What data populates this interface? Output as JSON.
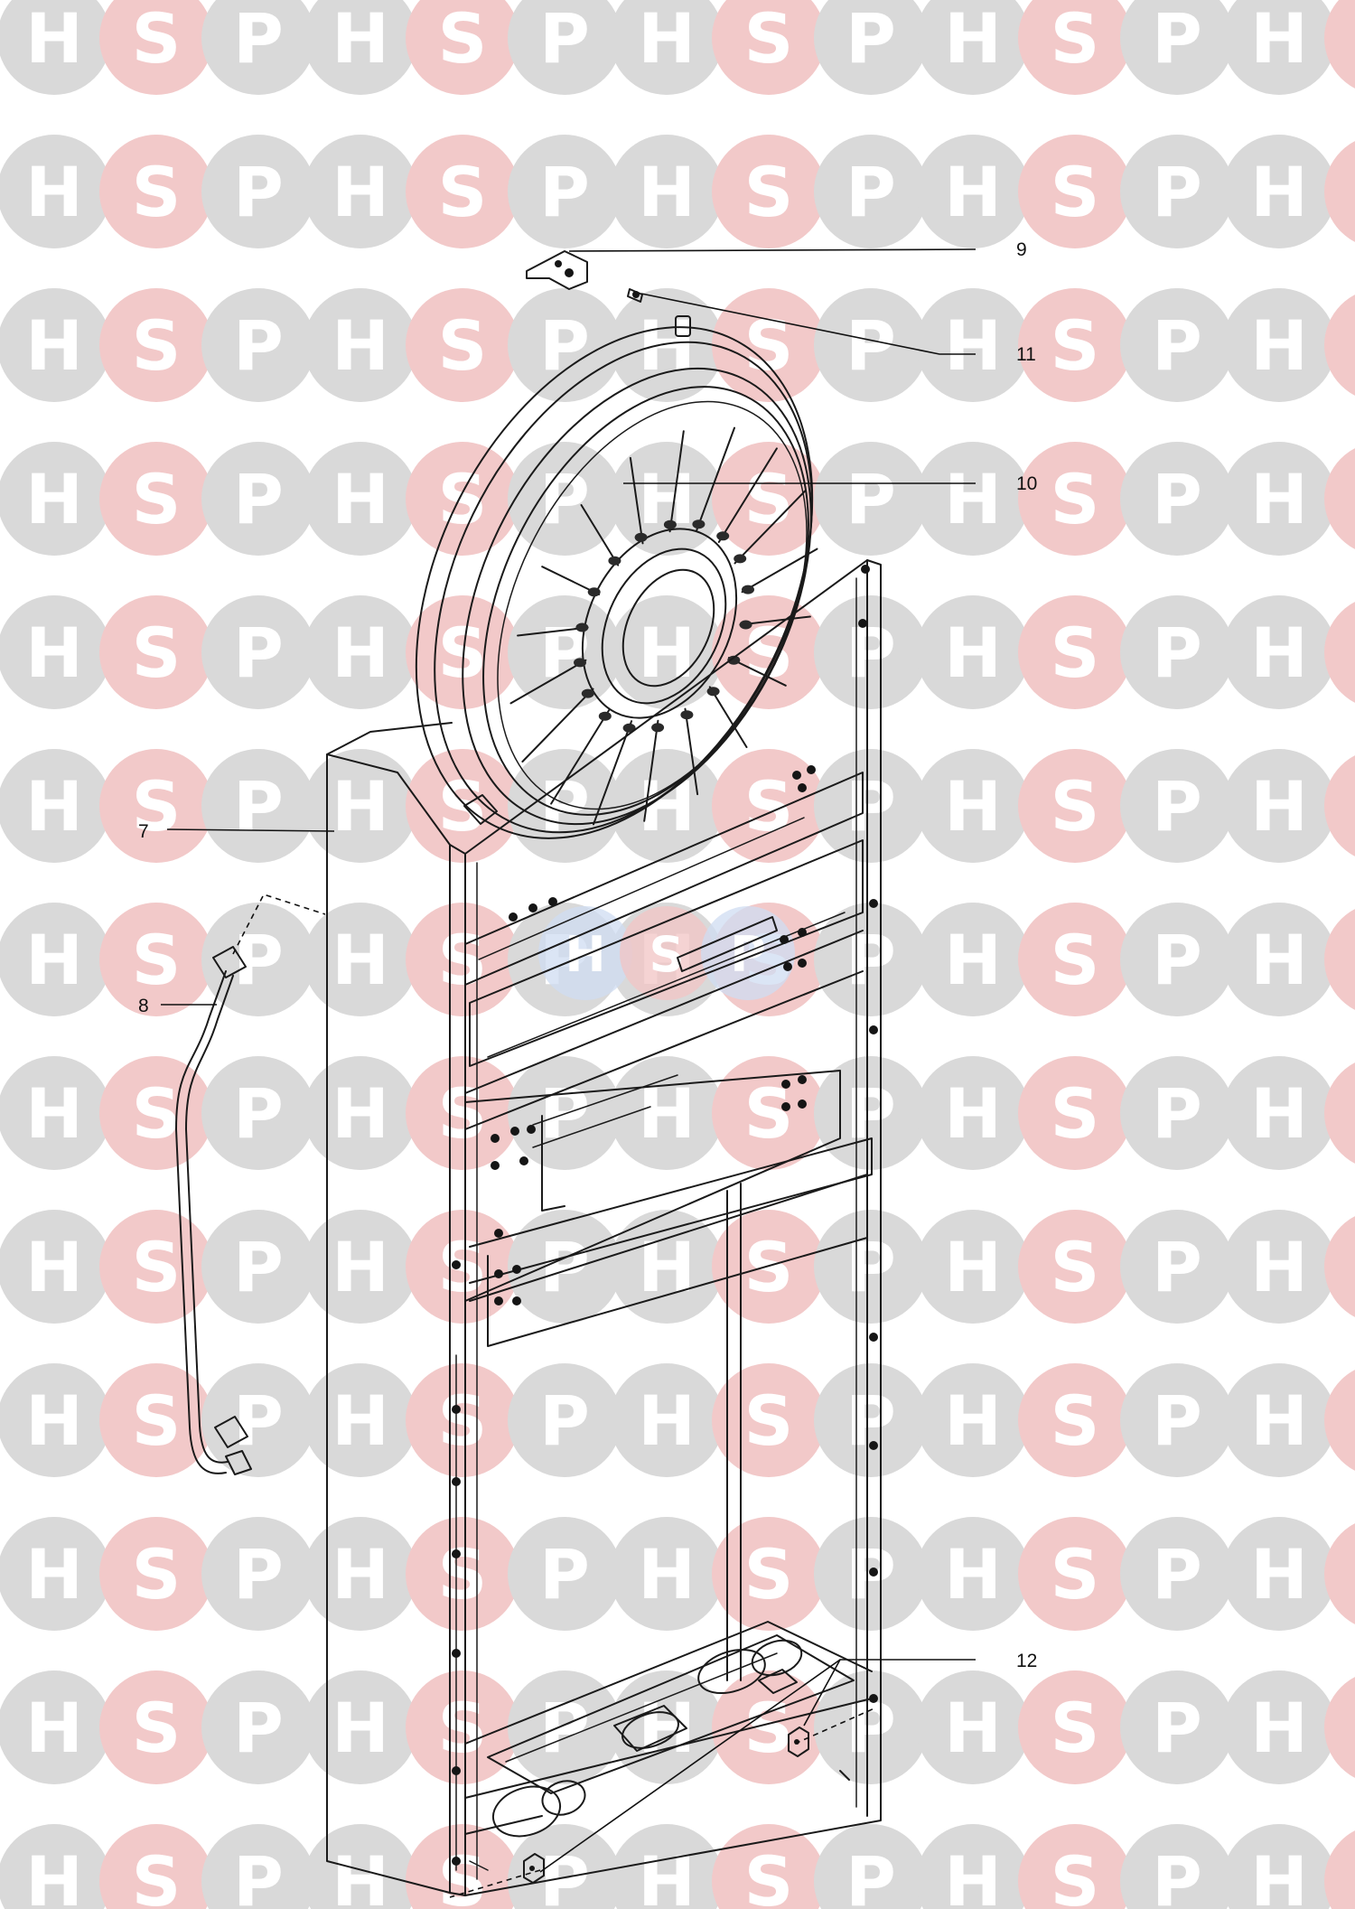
{
  "watermark": {
    "letters": [
      "H",
      "S",
      "P"
    ],
    "colors": {
      "H": "#d9d9d9",
      "S": "#f2c9c9",
      "P": "#d9d9d9",
      "letter": "#ffffff"
    },
    "center_logo_colors": [
      "#cfdcf2",
      "#f1c4c4",
      "#cfdcf2"
    ]
  },
  "callouts": [
    {
      "id": "7",
      "label": "7"
    },
    {
      "id": "8",
      "label": "8"
    },
    {
      "id": "9",
      "label": "9"
    },
    {
      "id": "10",
      "label": "10"
    },
    {
      "id": "11",
      "label": "11"
    },
    {
      "id": "12",
      "label": "12"
    }
  ],
  "line_color": "#1a1a1a"
}
